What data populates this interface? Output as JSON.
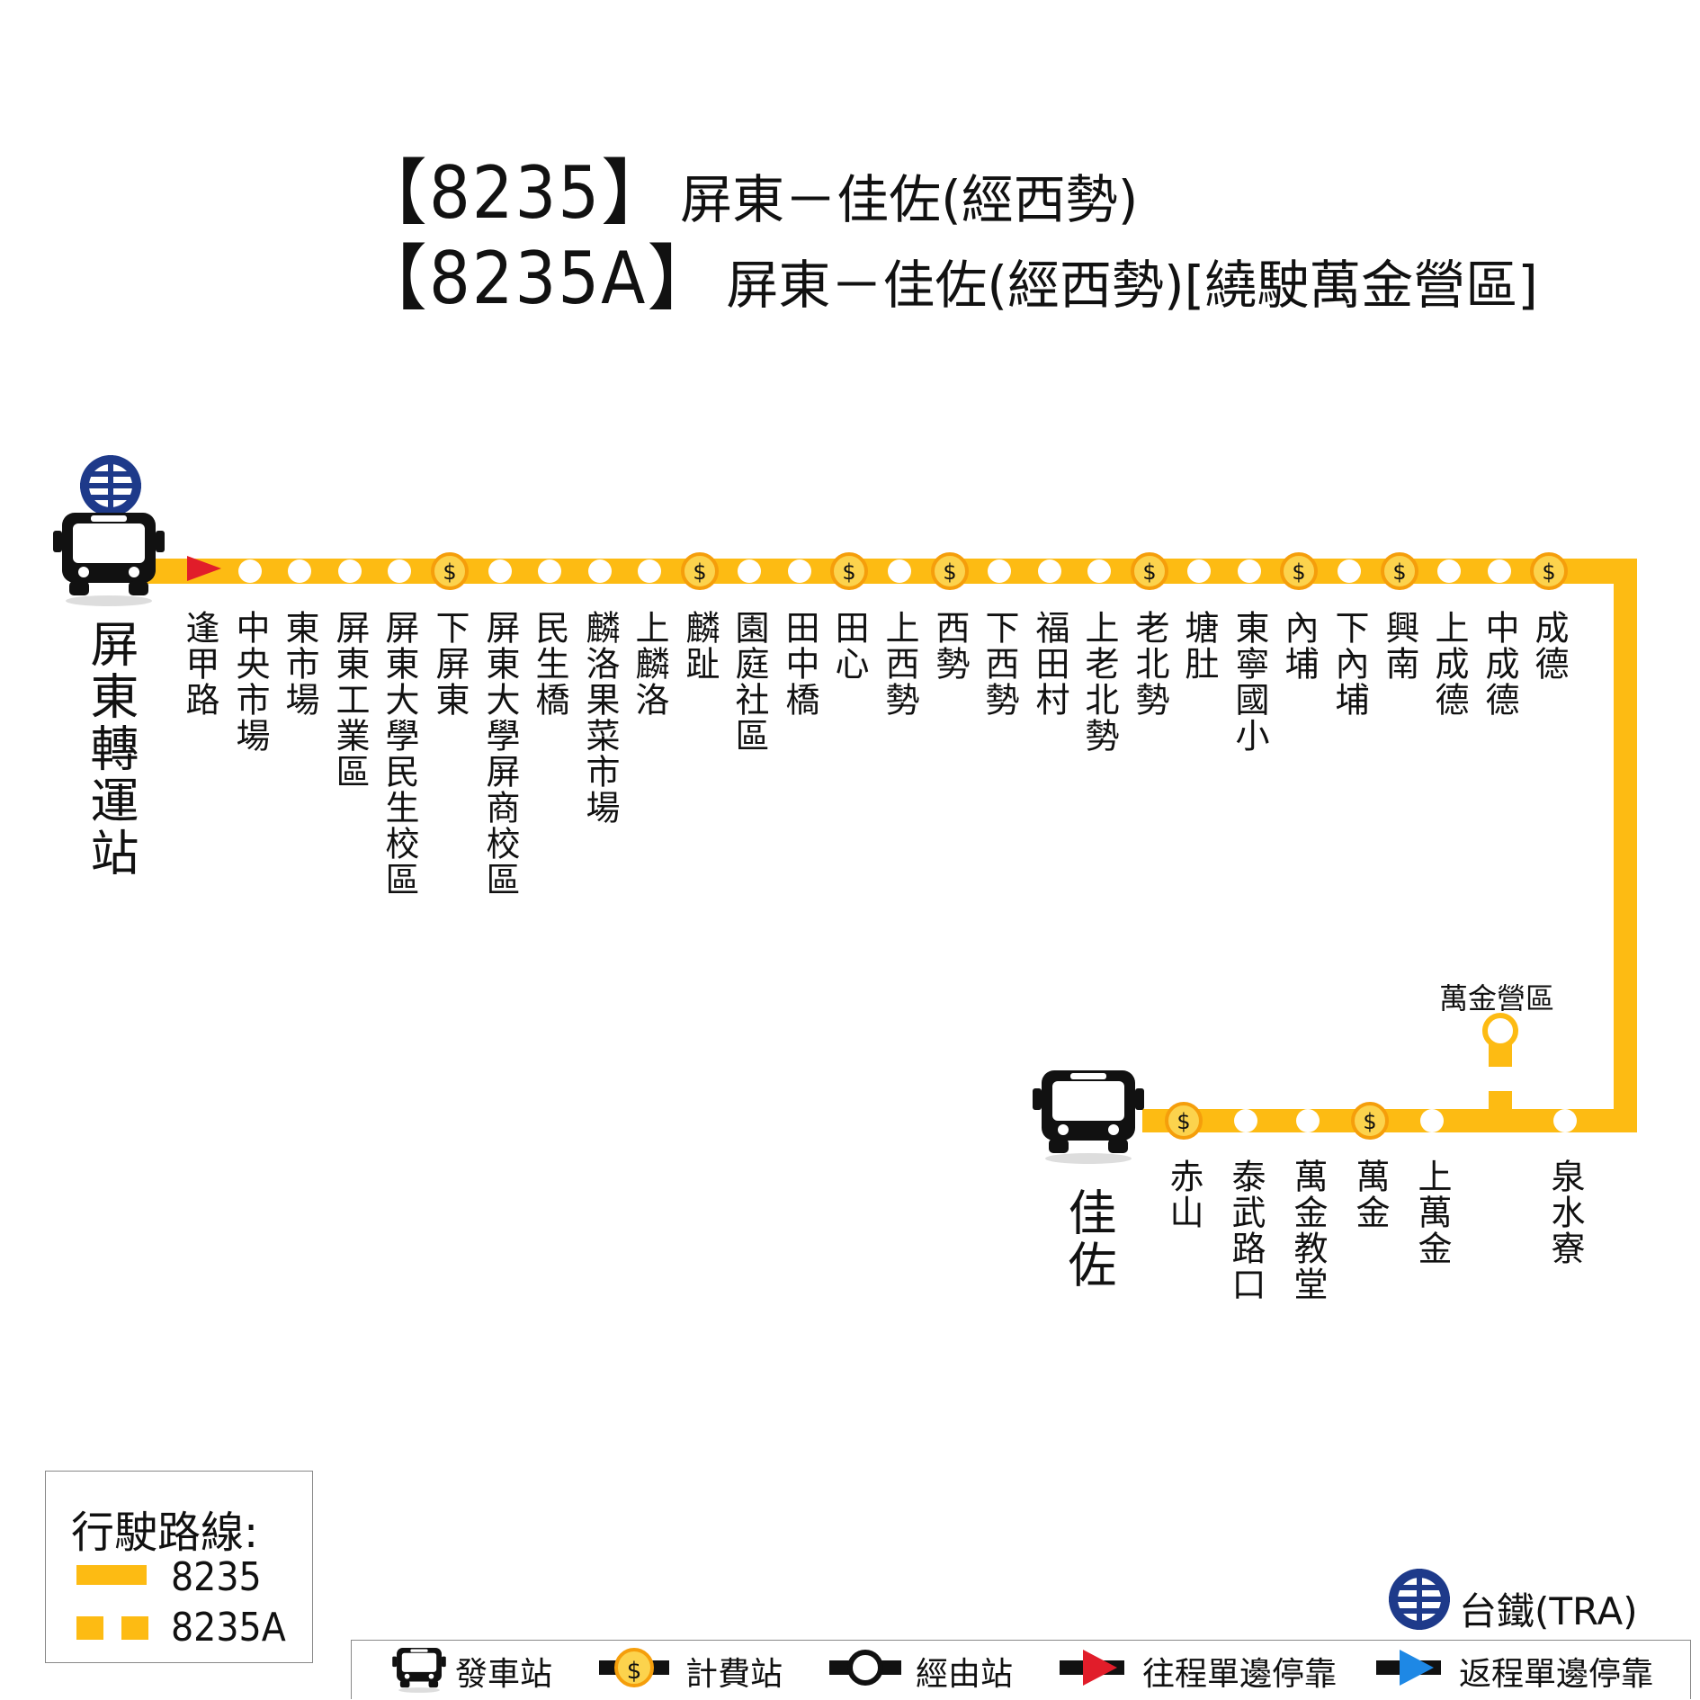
{
  "title": {
    "line1": {
      "code": "【8235】",
      "name": "屏東－佳佐(經西勢)"
    },
    "line2": {
      "code": "【8235A】",
      "name": "屏東－佳佐(經西勢)[繞駛萬金營區]"
    }
  },
  "colors": {
    "route": "#FDBB13",
    "fare_stop_fill": "#FCD34D",
    "outbound_arrow": "#E11D2A",
    "return_arrow": "#1E88E5",
    "tra_logo": "#1E3A8A"
  },
  "terminals": {
    "start": "屏東轉運站",
    "end": "佳佐"
  },
  "stops_upper": [
    {
      "name": "逢甲路",
      "type": "outbound_one_side"
    },
    {
      "name": "中央市場",
      "type": "via"
    },
    {
      "name": "東市場",
      "type": "via"
    },
    {
      "name": "屏東工業區",
      "type": "via"
    },
    {
      "name": "屏東大學民生校區",
      "type": "via"
    },
    {
      "name": "下屏東",
      "type": "fare"
    },
    {
      "name": "屏東大學屏商校區",
      "type": "via"
    },
    {
      "name": "民生橋",
      "type": "via"
    },
    {
      "name": "麟洛果菜市場",
      "type": "via"
    },
    {
      "name": "上麟洛",
      "type": "via"
    },
    {
      "name": "麟趾",
      "type": "fare"
    },
    {
      "name": "園庭社區",
      "type": "via"
    },
    {
      "name": "田中橋",
      "type": "via"
    },
    {
      "name": "田心",
      "type": "fare"
    },
    {
      "name": "上西勢",
      "type": "via"
    },
    {
      "name": "西勢",
      "type": "fare"
    },
    {
      "name": "下西勢",
      "type": "via"
    },
    {
      "name": "福田村",
      "type": "via"
    },
    {
      "name": "上老北勢",
      "type": "via"
    },
    {
      "name": "老北勢",
      "type": "fare"
    },
    {
      "name": "塘肚",
      "type": "via"
    },
    {
      "name": "東寧國小",
      "type": "via"
    },
    {
      "name": "內埔",
      "type": "fare"
    },
    {
      "name": "下內埔",
      "type": "via"
    },
    {
      "name": "興南",
      "type": "fare"
    },
    {
      "name": "上成德",
      "type": "via"
    },
    {
      "name": "中成德",
      "type": "via"
    },
    {
      "name": "成德",
      "type": "fare"
    }
  ],
  "stops_lower": [
    {
      "name": "赤山",
      "type": "fare"
    },
    {
      "name": "泰武路口",
      "type": "via"
    },
    {
      "name": "萬金教堂",
      "type": "via"
    },
    {
      "name": "萬金",
      "type": "fare"
    },
    {
      "name": "上萬金",
      "type": "via"
    },
    {
      "name": "泉水寮",
      "type": "via"
    }
  ],
  "branch_stop": "萬金營區",
  "fare_symbol": "$",
  "legend": {
    "title": "行駛路線:",
    "routes": [
      {
        "label": "8235",
        "style": "solid"
      },
      {
        "label": "8235A",
        "style": "dashed"
      }
    ]
  },
  "tra_label": "台鐵(TRA)",
  "key": {
    "terminal": "發車站",
    "fare": "計費站",
    "via": "經由站",
    "outbound": "往程單邊停靠",
    "return": "返程單邊停靠"
  }
}
